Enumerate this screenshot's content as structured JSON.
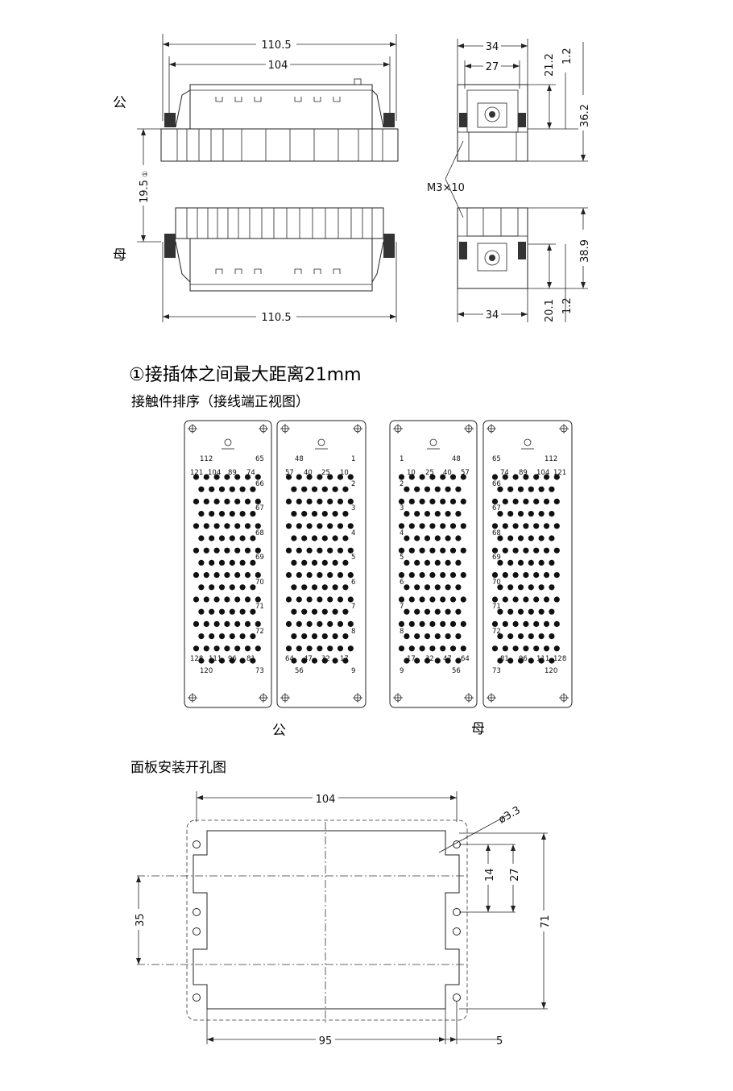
{
  "side_labels": {
    "male": "公",
    "female": "母"
  },
  "dims_top": {
    "width_total_male": "110.5",
    "width_inner_male": "104",
    "width_total_female": "110.5",
    "gap": "19.5",
    "gap_mark": "①",
    "side_width_top": "34",
    "side_inner_top": "27",
    "side_21": "21.2",
    "side_12a": "1.2",
    "side_362": "36.2",
    "screw": "M3×10",
    "side_389": "38.9",
    "side_201": "20.1",
    "side_12b": "1.2",
    "side_width_bottom": "34"
  },
  "note": "①接插体之间最大距离21mm",
  "arrangement_title": "接触件排序（接线端正视图）",
  "panel_caption_male": "公",
  "panel_caption_female": "母",
  "panels": {
    "male_left": {
      "top_labels": [
        "112",
        "65",
        "121",
        "104",
        "89",
        "74"
      ],
      "right_labels": [
        "66",
        "67",
        "68",
        "69",
        "70",
        "71",
        "72"
      ],
      "bottom_labels": [
        "128",
        "111",
        "96",
        "81",
        "120",
        "73"
      ]
    },
    "male_right": {
      "top_labels": [
        "48",
        "1",
        "57",
        "40",
        "25",
        "10"
      ],
      "right_labels": [
        "2",
        "3",
        "4",
        "5",
        "6",
        "7",
        "8"
      ],
      "bottom_labels": [
        "64",
        "47",
        "32",
        "17",
        "56",
        "9"
      ]
    },
    "female_left": {
      "top_labels": [
        "1",
        "48",
        "10",
        "25",
        "40",
        "57"
      ],
      "left_labels": [
        "2",
        "3",
        "4",
        "5",
        "6",
        "7",
        "8"
      ],
      "bottom_labels": [
        "17",
        "32",
        "47",
        "64",
        "9",
        "56"
      ]
    },
    "female_right": {
      "top_labels": [
        "65",
        "112",
        "74",
        "89",
        "104",
        "121"
      ],
      "left_labels": [
        "66",
        "67",
        "68",
        "69",
        "70",
        "71",
        "72"
      ],
      "bottom_labels": [
        "81",
        "96",
        "111",
        "128",
        "73",
        "120"
      ]
    }
  },
  "cutout_title": "面板安装开孔图",
  "cutout_dims": {
    "width": "104",
    "hole": "ø3.3",
    "d14": "14",
    "d27": "27",
    "d35": "35",
    "d71": "71",
    "d95": "95",
    "d5": "5"
  }
}
